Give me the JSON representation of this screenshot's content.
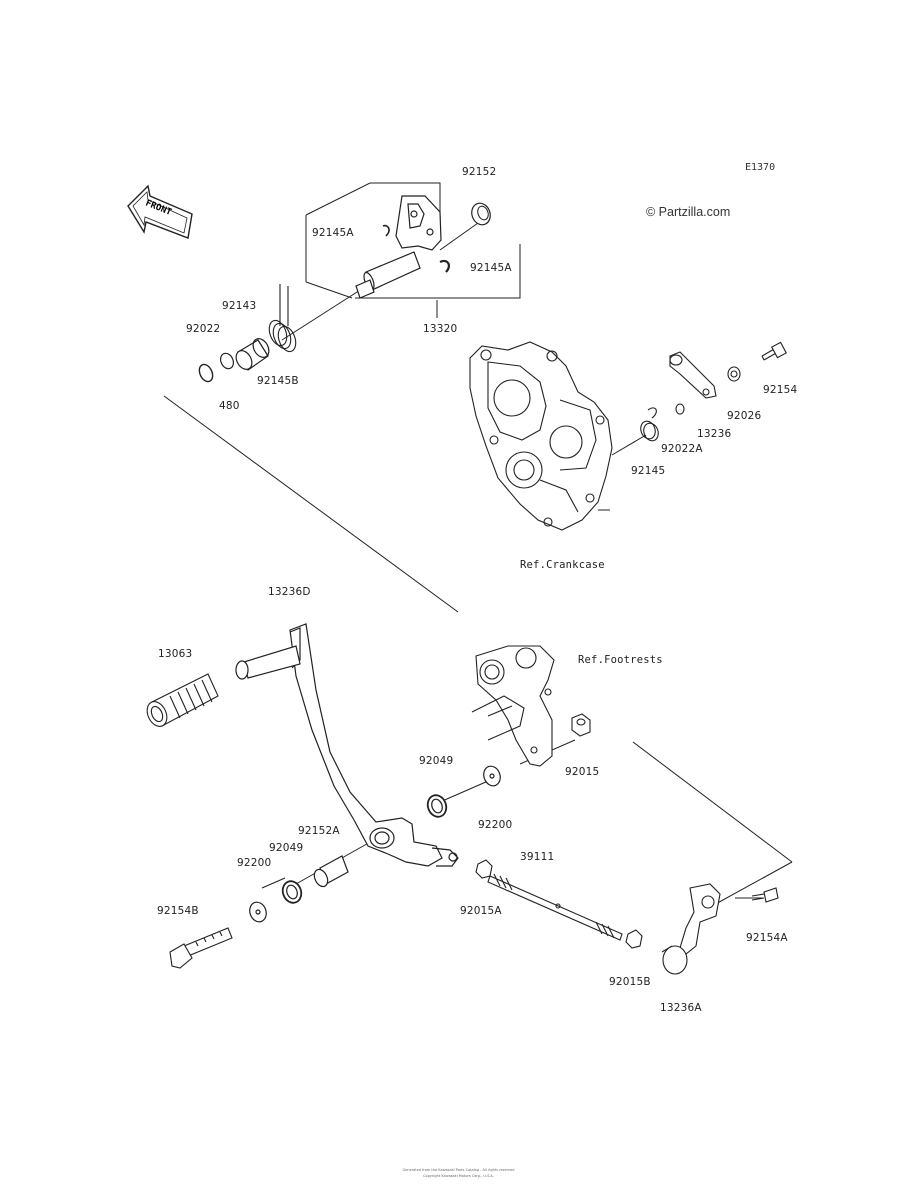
{
  "figure_code": "E1370",
  "copyright": "© Partzilla.com",
  "front_arrow_label": "FRONT",
  "refs": {
    "crankcase": "Ref.Crankcase",
    "footrests": "Ref.Footrests"
  },
  "parts": {
    "p92152": "92152",
    "p92145A_left": "92145A",
    "p92145A_right": "92145A",
    "p13320": "13320",
    "p92143": "92143",
    "p92022": "92022",
    "p92145B": "92145B",
    "p480": "480",
    "p92154": "92154",
    "p92026": "92026",
    "p13236": "13236",
    "p92022A": "92022A",
    "p92145": "92145",
    "p13236D": "13236D",
    "p13063": "13063",
    "p92015": "92015",
    "p92049_upper": "92049",
    "p92200_upper": "92200",
    "p92152A": "92152A",
    "p92049_lower": "92049",
    "p92200_lower": "92200",
    "p92154B": "92154B",
    "p39111": "39111",
    "p92015A": "92015A",
    "p92015B": "92015B",
    "p13236A": "13236A",
    "p92154A": "92154A"
  },
  "footer": {
    "line1": "Generated from the Kawasaki Parts Catalog - All rights reserved",
    "line2": "Copyright Kawasaki Motors Corp., U.S.A."
  }
}
